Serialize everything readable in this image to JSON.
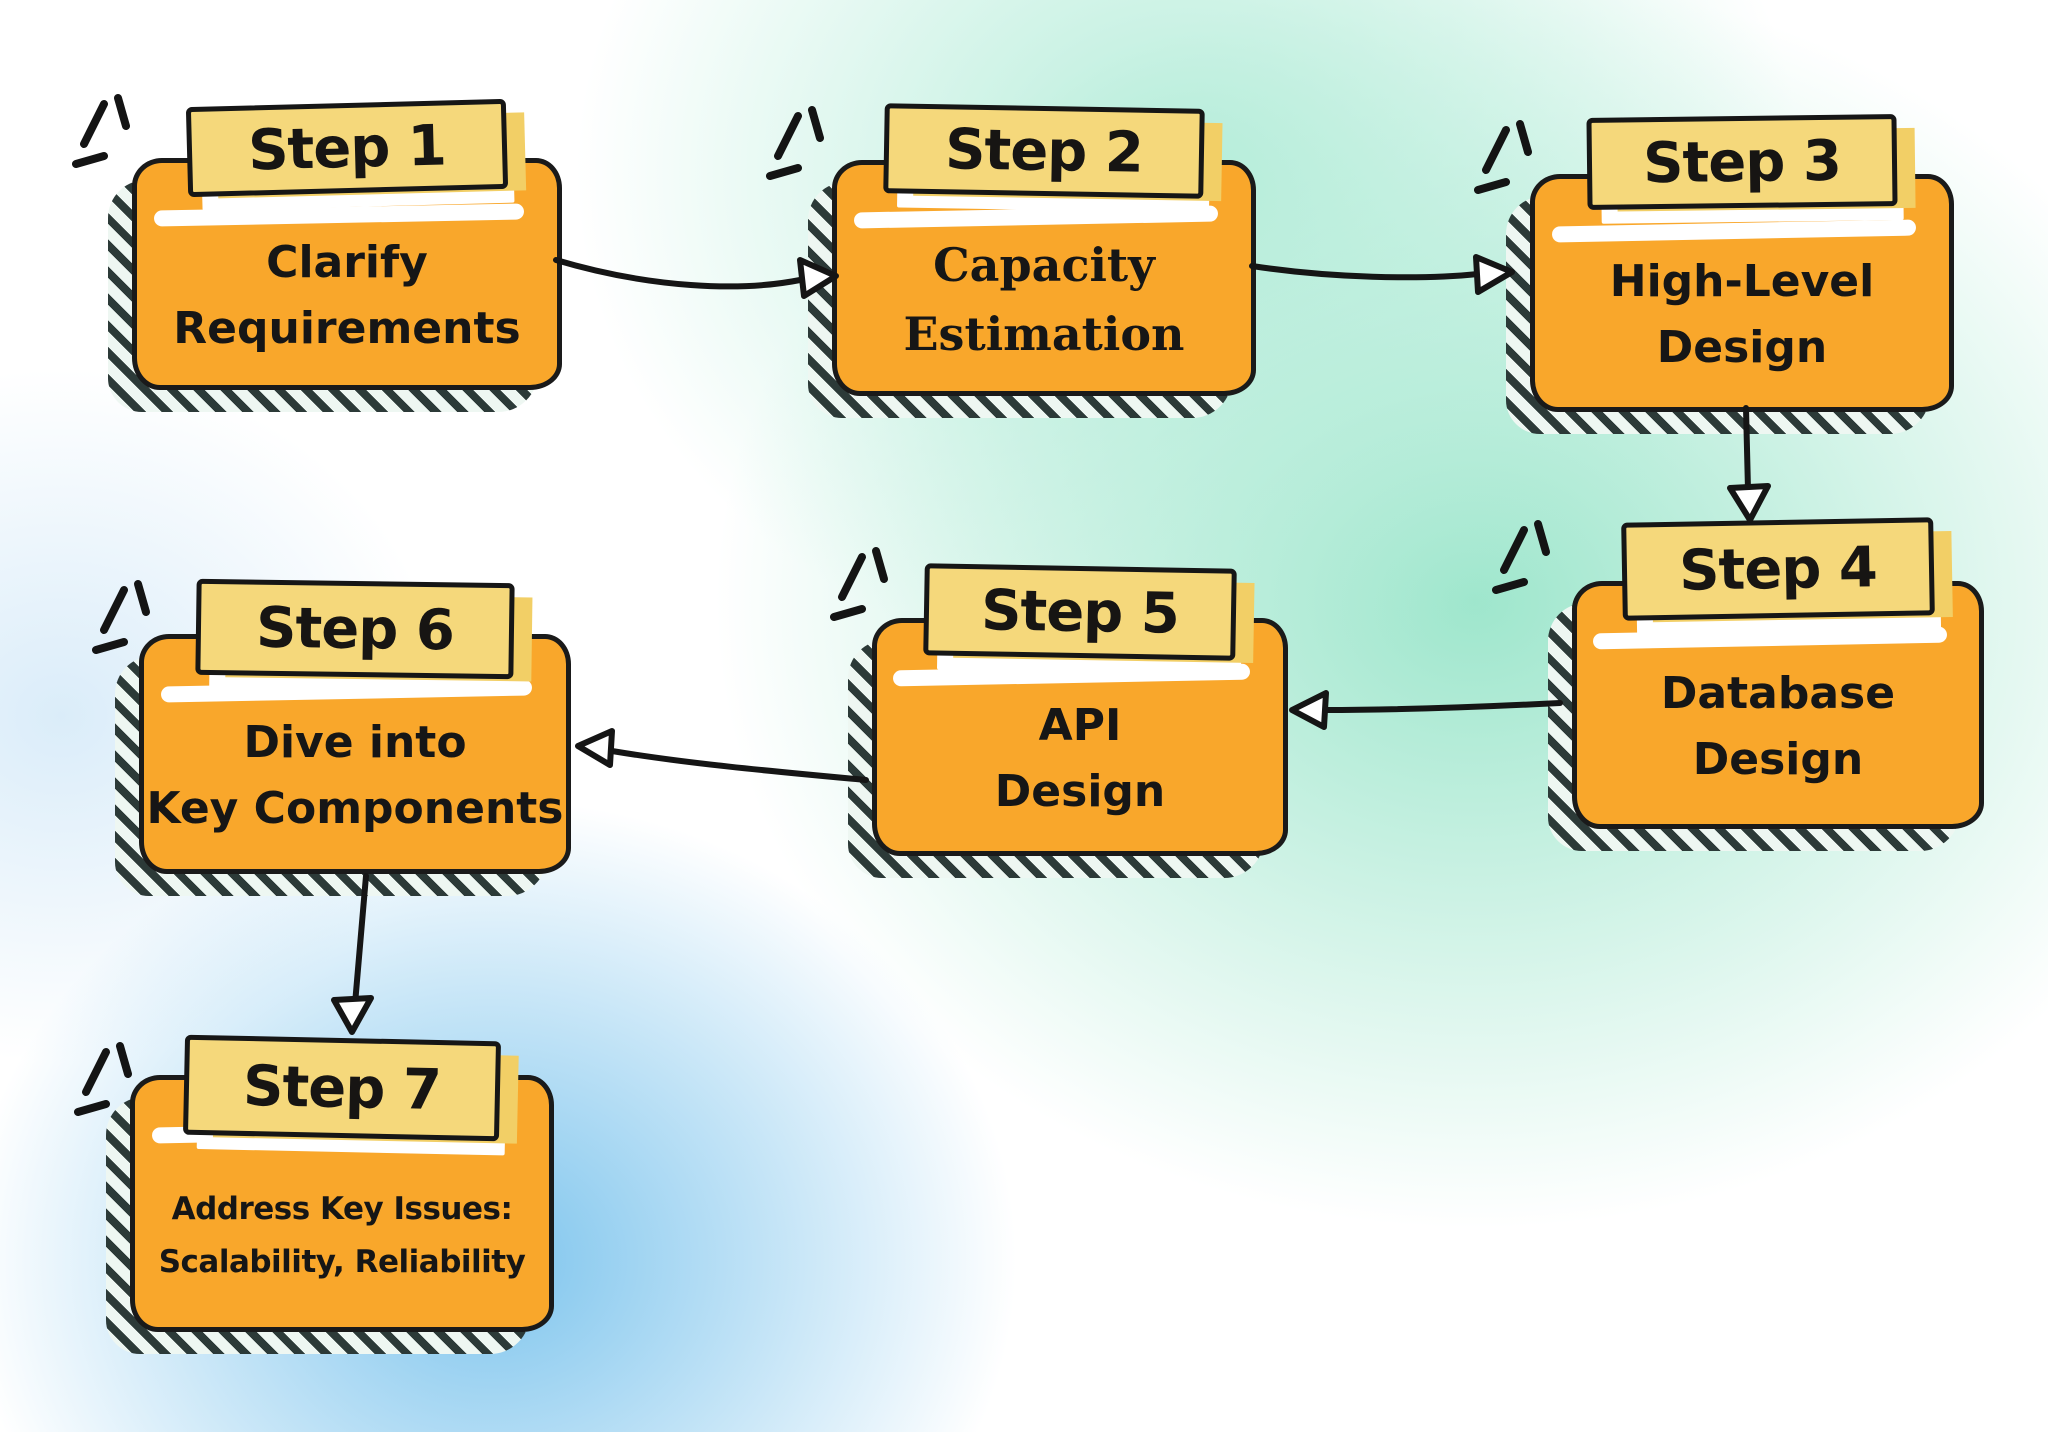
{
  "steps": [
    {
      "id": "step-1",
      "label": "Step 1",
      "lines": [
        "Clarify",
        "Requirements"
      ]
    },
    {
      "id": "step-2",
      "label": "Step 2",
      "lines": [
        "Capacity",
        "Estimation"
      ]
    },
    {
      "id": "step-3",
      "label": "Step 3",
      "lines": [
        "High-Level",
        "Design"
      ]
    },
    {
      "id": "step-4",
      "label": "Step 4",
      "lines": [
        "Database",
        "Design"
      ]
    },
    {
      "id": "step-5",
      "label": "Step 5",
      "lines": [
        "API",
        "Design"
      ]
    },
    {
      "id": "step-6",
      "label": "Step 6",
      "lines": [
        "Dive into",
        "Key Components"
      ]
    },
    {
      "id": "step-7",
      "label": "Step 7",
      "lines": [
        "Address Key Issues:",
        "Scalability, Reliability"
      ]
    }
  ],
  "connections": [
    {
      "from": "Step 1",
      "to": "Step 2"
    },
    {
      "from": "Step 2",
      "to": "Step 3"
    },
    {
      "from": "Step 3",
      "to": "Step 4"
    },
    {
      "from": "Step 4",
      "to": "Step 5"
    },
    {
      "from": "Step 5",
      "to": "Step 6"
    },
    {
      "from": "Step 6",
      "to": "Step 7"
    }
  ],
  "colors": {
    "box_fill": "#F9A72B",
    "banner_fill": "#F5D87B",
    "banner_offset": "#F2CF66",
    "outline": "#1A1A1A",
    "hatch_dark": "#2C3A38",
    "hatch_light": "#EEF7F2",
    "bg_mint": "#B2ECD8",
    "bg_teal": "#96E4C8",
    "bg_blue": "#76C1EC",
    "bg_white": "#FFFFFF"
  }
}
